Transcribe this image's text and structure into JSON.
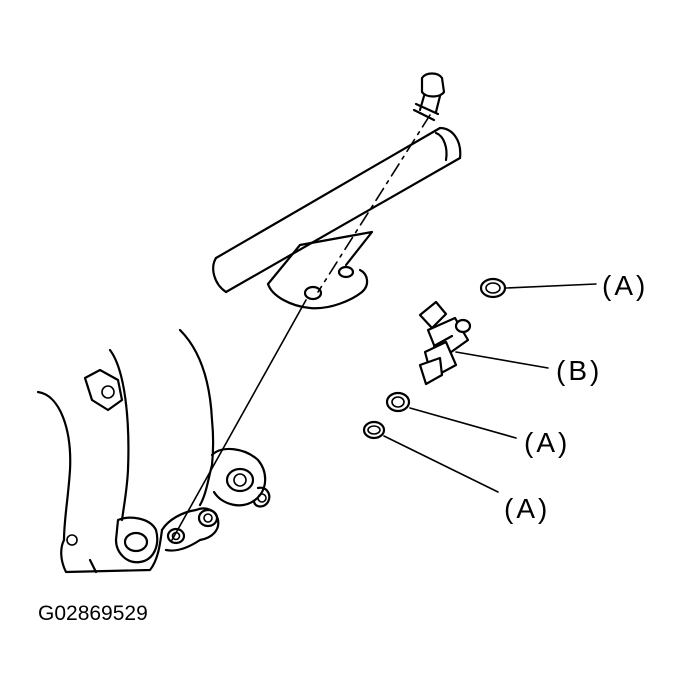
{
  "figure_code": "G02869529",
  "callouts": {
    "a_top": "(A)",
    "b": "(B)",
    "a_middle": "(A)",
    "a_bottom": "(A)"
  }
}
